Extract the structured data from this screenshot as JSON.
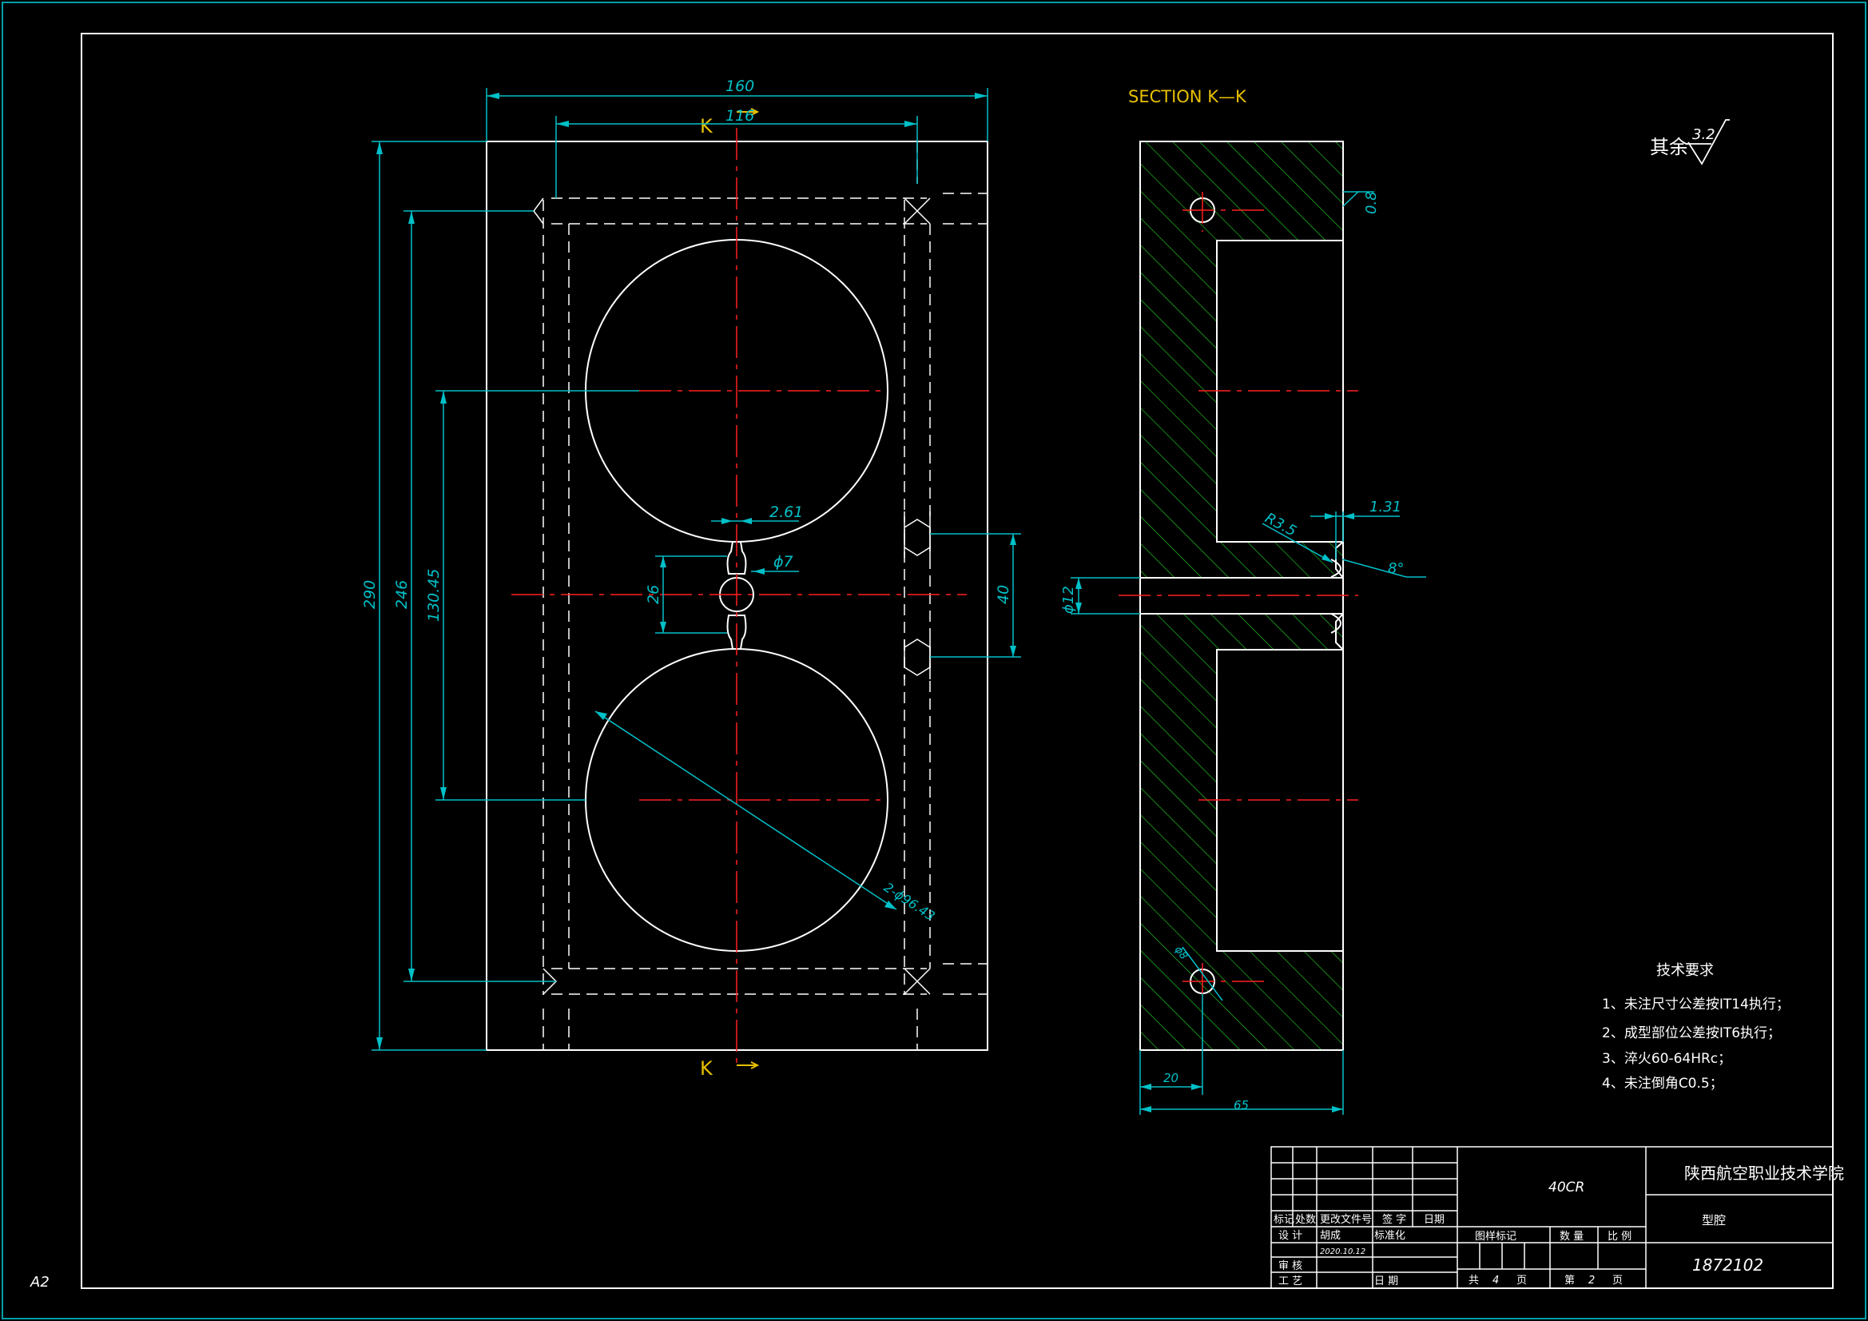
{
  "colors": {
    "background": "#000000",
    "outline": "#ffffff",
    "dimension": "#00c0c8",
    "center": "#ff2020",
    "hatch": "#20c020",
    "label": "#e8c000",
    "border": "#00a0a8"
  },
  "sheet": {
    "size_label": "A2"
  },
  "main_view": {
    "section_marks": [
      "K",
      "K"
    ],
    "dimensions": {
      "width_overall": "160",
      "width_inner": "116",
      "height_overall": "290",
      "height_holes": "246",
      "center_distance": "130.45",
      "gate_height": "26",
      "gate_width": "2.61",
      "gate_dia": "ϕ7",
      "pin_spacing": "40",
      "cavity_dia": "2-ϕ96.43"
    }
  },
  "section_view": {
    "title": "SECTION  K—K",
    "dimensions": {
      "channel_dia": "ϕ12",
      "top_chamfer": "0.8",
      "radius": "R3.5",
      "step": "1.31",
      "angle": "8°",
      "hole_dia": "ϕ8",
      "offset": "20",
      "thickness": "65"
    }
  },
  "surface_finish": {
    "prefix": "其余",
    "value": "3.2"
  },
  "tech_requirements": {
    "title": "技术要求",
    "items": [
      "1、未注尺寸公差按IT14执行；",
      "2、成型部位公差按IT6执行；",
      "3、淬火60-64HRc；",
      "4、未注倒角C0.5；"
    ]
  },
  "title_block": {
    "material": "40CR",
    "school": "陕西航空职业技术学院",
    "part_name": "型腔",
    "drawing_no": "1872102",
    "header_cells": [
      "标记",
      "处数",
      "更改文件号",
      "签  字",
      "日期"
    ],
    "design_label": "设  计",
    "designer": "胡成",
    "design_date": "2020.10.12",
    "standardize_label": "标准化",
    "review_label": "审 核",
    "process_label": "工 艺",
    "date_label": "日 期",
    "stage_label": "图样标记",
    "qty_label": "数 量",
    "scale_label": "比 例",
    "sheet_total_prefix": "共",
    "sheet_total": "4",
    "sheet_total_suffix": "页",
    "sheet_no_prefix": "第",
    "sheet_no": "2",
    "sheet_no_suffix": "页"
  }
}
